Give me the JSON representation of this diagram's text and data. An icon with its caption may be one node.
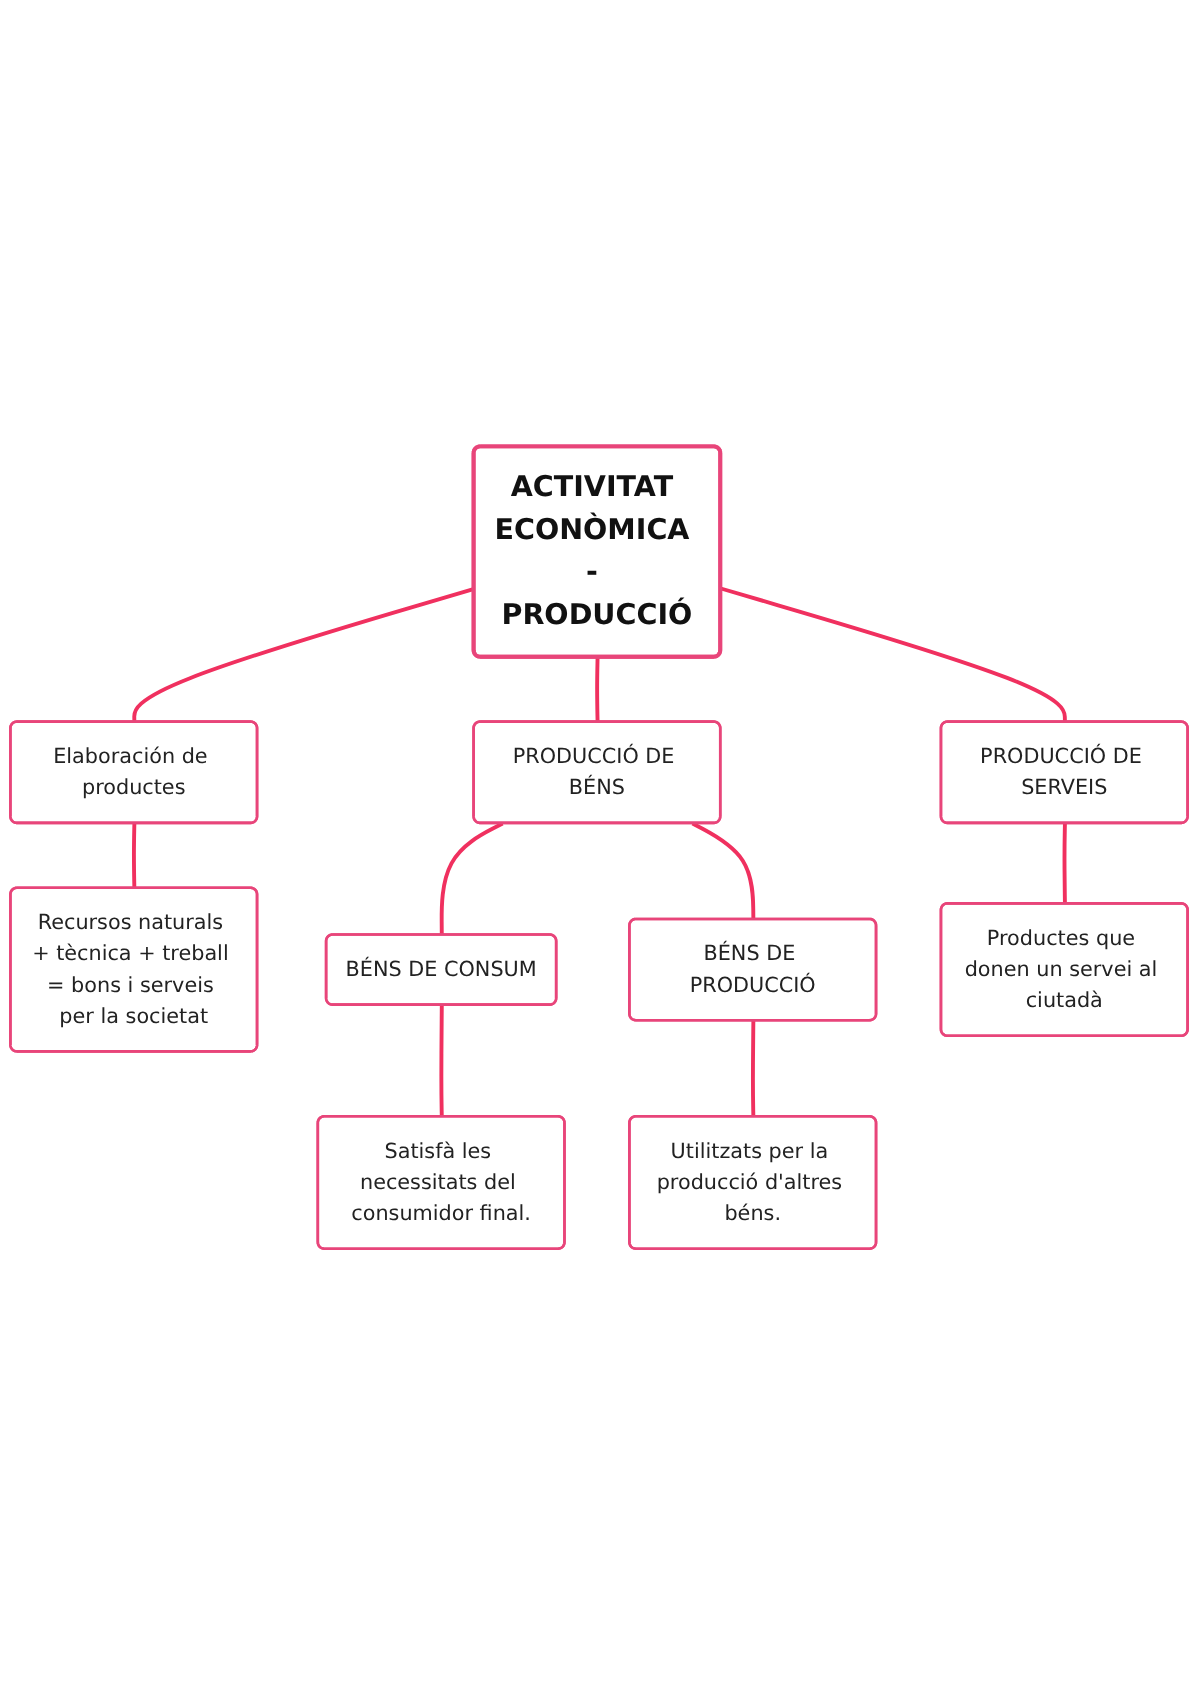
{
  "diagram": {
    "nodes": [
      {
        "text": [
          "ACTIVITAT ECONÒMICA - PRODUCCIÓ"
        ]
      },
      {
        "text": [
          "Elaboración de productes"
        ]
      },
      {
        "text": [
          "Recursos naturals + tècnica + treball = bons i serveis per la societat"
        ]
      },
      {
        "text": [
          "PRODUCCIÓ DE BÉNS"
        ]
      },
      {
        "text": [
          "BÉNS DE CONSUM"
        ]
      },
      {
        "text": [
          "Satisfà les necessitats del consumidor final."
        ]
      },
      {
        "text": [
          "BÉNS DE PRODUCCIÓ"
        ]
      },
      {
        "text": [
          "Utilitzats per la producció d'altres béns."
        ]
      },
      {
        "text": [
          "PRODUCCIÓ DE SERVEIS"
        ]
      },
      {
        "text": [
          "Productes que donen un servei al ciutadà"
        ]
      }
    ],
    "edges": [
      {
        "from": 0,
        "to": 1,
        "arrow": "none"
      },
      {
        "from": 1,
        "to": 2,
        "arrow": "none"
      },
      {
        "from": 0,
        "to": 3,
        "arrow": "none"
      },
      {
        "from": 3,
        "to": 4,
        "arrow": "none"
      },
      {
        "from": 4,
        "to": 5,
        "arrow": "none"
      },
      {
        "from": 3,
        "to": 6,
        "arrow": "none"
      },
      {
        "from": 6,
        "to": 7,
        "arrow": "none"
      },
      {
        "from": 0,
        "to": 8,
        "arrow": "none"
      },
      {
        "from": 8,
        "to": 9,
        "arrow": "none"
      }
    ]
  }
}
